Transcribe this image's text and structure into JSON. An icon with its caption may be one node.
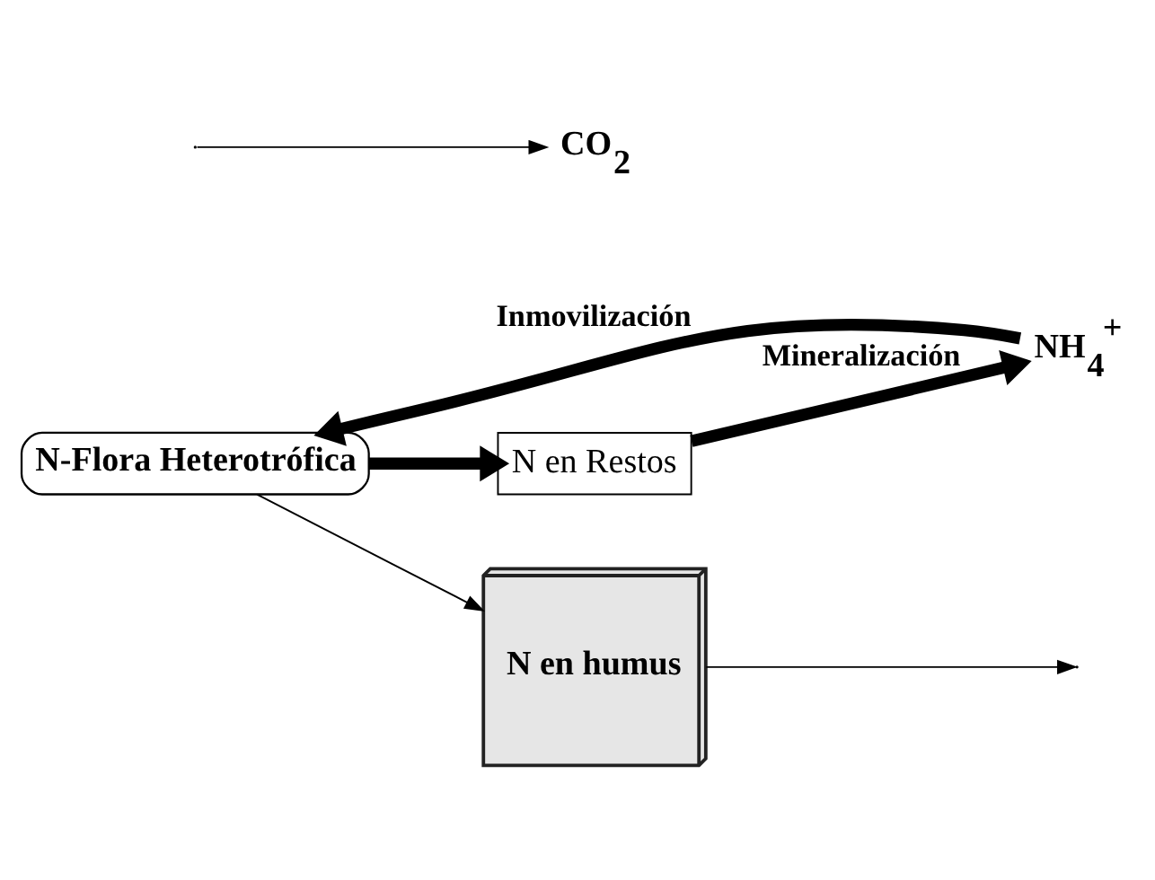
{
  "diagram": {
    "nodes": [
      {
        "text": [
          "N-Flora Heterotrófica"
        ]
      },
      {
        "text": [
          "N en Restos"
        ]
      },
      {
        "text": [
          "N en humus"
        ]
      },
      {
        "text": [
          "NH$_{4}$$^{+}$"
        ]
      },
      {
        "text": [
          "CO$_{2}$"
        ]
      }
    ],
    "edges": [
      {
        "from": 0,
        "to": 1,
        "arrow": "to",
        "style": "thick"
      },
      {
        "from": 0,
        "to": 2,
        "arrow": "to"
      },
      {
        "from": 1,
        "to": 3,
        "arrow": "to",
        "style": "thick",
        "label": "Mineralización"
      },
      {
        "from": 3,
        "to": 0,
        "arrow": "to",
        "style": "thick",
        "label": "Inmovilización"
      },
      {
        "from": 2,
        "to": null,
        "arrow": "to"
      },
      {
        "from": null,
        "to": 4,
        "arrow": "to"
      }
    ]
  }
}
